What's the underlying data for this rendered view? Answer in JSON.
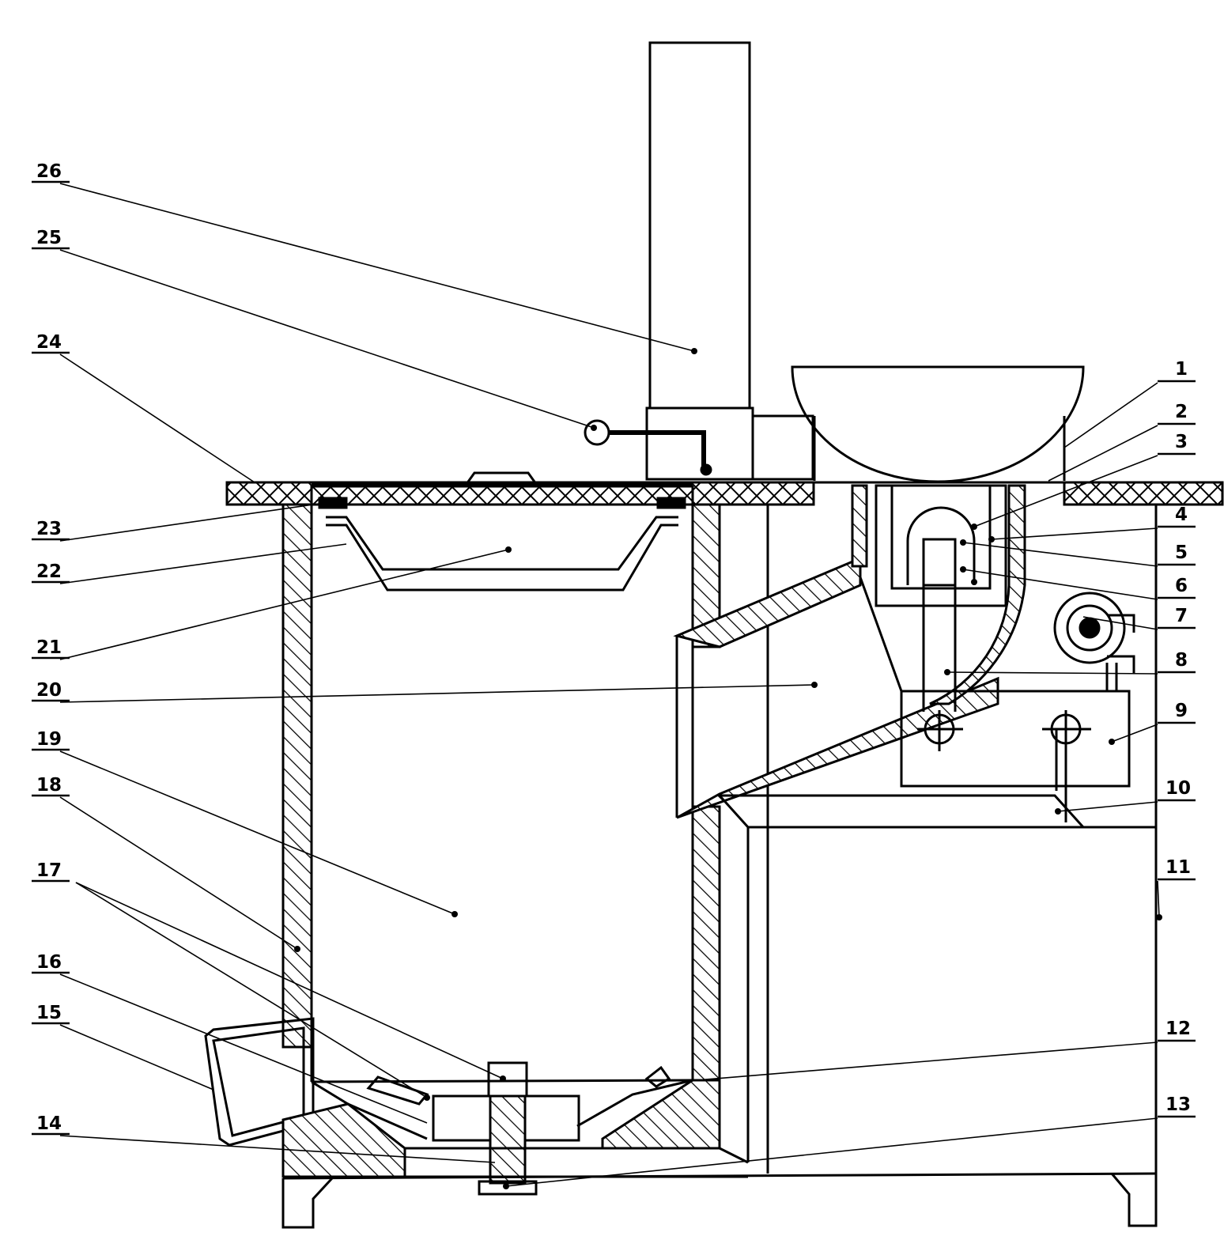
{
  "diagram": {
    "labels": [
      {
        "id": "l1",
        "text": "1"
      },
      {
        "id": "l2",
        "text": "2"
      },
      {
        "id": "l3",
        "text": "3"
      },
      {
        "id": "l4",
        "text": "4"
      },
      {
        "id": "l5",
        "text": "5"
      },
      {
        "id": "l6",
        "text": "6"
      },
      {
        "id": "l7",
        "text": "7"
      },
      {
        "id": "l8",
        "text": "8"
      },
      {
        "id": "l9",
        "text": "9"
      },
      {
        "id": "l10",
        "text": "10"
      },
      {
        "id": "l11",
        "text": "11"
      },
      {
        "id": "l12",
        "text": "12"
      },
      {
        "id": "l13",
        "text": "13"
      },
      {
        "id": "l14",
        "text": "14"
      },
      {
        "id": "l15",
        "text": "15"
      },
      {
        "id": "l16",
        "text": "16"
      },
      {
        "id": "l17",
        "text": "17"
      },
      {
        "id": "l18",
        "text": "18"
      },
      {
        "id": "l19",
        "text": "19"
      },
      {
        "id": "l20",
        "text": "20"
      },
      {
        "id": "l21",
        "text": "21"
      },
      {
        "id": "l22",
        "text": "22"
      },
      {
        "id": "l23",
        "text": "23"
      },
      {
        "id": "l24",
        "text": "24"
      },
      {
        "id": "l25",
        "text": "25"
      },
      {
        "id": "l26",
        "text": "26"
      }
    ]
  }
}
